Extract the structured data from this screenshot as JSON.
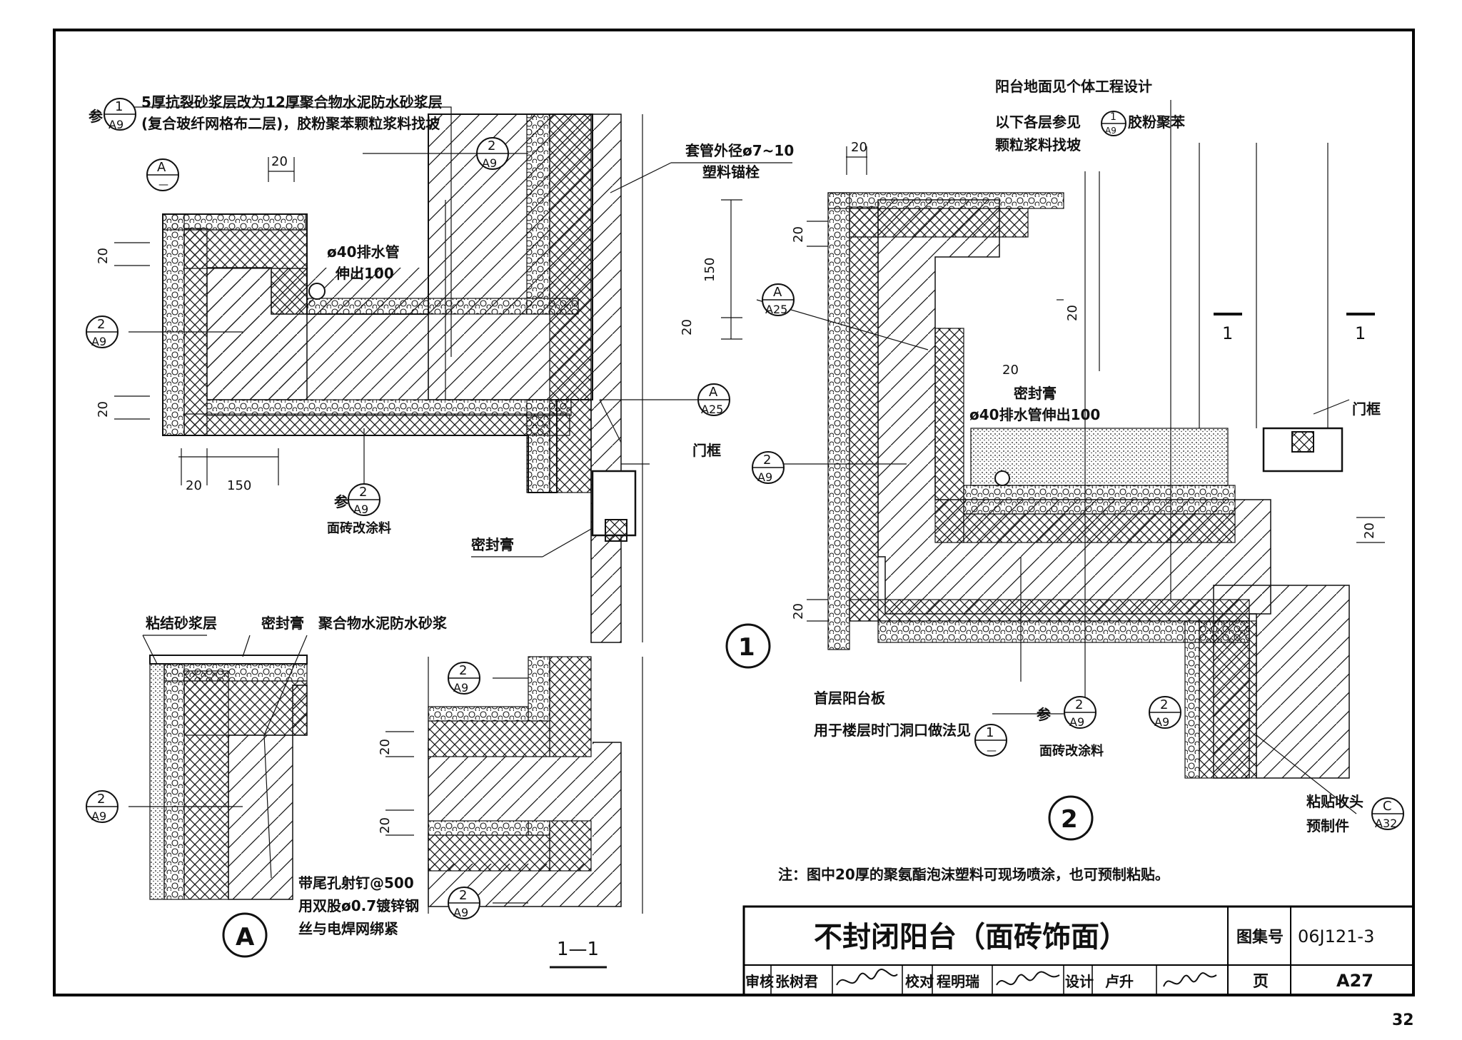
{
  "sheet": {
    "title": "不封闭阳台（面砖饰面）",
    "atlas_label": "图集号",
    "atlas_no": "06J121-3",
    "page_label": "页",
    "page_no": "A27",
    "review_label": "审核",
    "reviewer": "张树君",
    "check_label": "校对",
    "checker": "程明瑞",
    "design_label": "设计",
    "designer": "卢升",
    "print_page": "32",
    "note": "注：图中20厚的聚氨酯泡沫塑料可现场喷涂，也可预制粘贴。"
  },
  "detail1": {
    "ref_prefix": "参",
    "note_line1": "5厚抗裂砂浆层改为12厚聚合物水泥防水砂浆层",
    "note_line2": "(复合玻纤网格布二层)，胶粉聚苯颗粒浆料找坡",
    "drain": "ø40排水管",
    "drain_ext": "伸出100",
    "anchor1": "套管外径ø7~10",
    "anchor2": "塑料锚栓",
    "door_frame": "门框",
    "sealant": "密封膏",
    "tile_coating": "面砖改涂料",
    "ref_a": "A",
    "ref_dash": "—",
    "ref_2": "2",
    "ref_a9": "A9",
    "ref_1": "1",
    "ref_a25": "A25",
    "marker": "1",
    "dims": [
      "20",
      "20",
      "20",
      "20",
      "150",
      "20",
      "150"
    ]
  },
  "detail2": {
    "floor_note1": "阳台地面见个体工程设计",
    "floor_note2a": "以下各层参见",
    "floor_note2b": "胶粉聚苯",
    "floor_note3": "颗粒浆料找坡",
    "sealant": "密封膏",
    "drain": "ø40排水管伸出100",
    "door_frame": "门框",
    "ground_slab1": "首层阳台板",
    "ground_slab2": "用于楼层时门洞口做法见",
    "tile_coating": "面砖改涂料",
    "end_piece1": "粘贴收头",
    "end_piece2": "预制件",
    "ref_c": "C",
    "ref_a32": "A32",
    "section": "1",
    "marker": "2",
    "dims": [
      "20",
      "20",
      "20",
      "20",
      "20",
      "20"
    ]
  },
  "detailA": {
    "bond_mortar": "粘结砂浆层",
    "sealant": "密封膏",
    "polymer": "聚合物水泥防水砂浆",
    "nail1": "带尾孔射钉@500",
    "nail2": "用双股ø0.7镀锌钢",
    "nail3": "丝与电焊网绑紧",
    "marker": "A"
  },
  "section11": {
    "marker": "1—1",
    "dims": [
      "20",
      "20"
    ]
  }
}
